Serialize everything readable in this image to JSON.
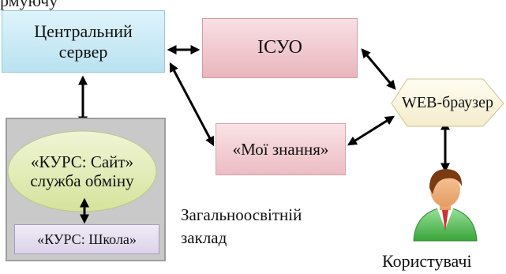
{
  "diagram": {
    "top_cropped_text": "рмуючу",
    "central_server": "Центральний\nсервер",
    "isuo": "ІСУО",
    "web_browser": "WEB-браузер",
    "moi_znannia": "«Мої знання»",
    "kurs_sait": "«КУРС: Сайт»\nслужба обміну",
    "kurs_shkola": "«КУРС: Школа»",
    "school_label": "Загальноосвітній\nзаклад",
    "users_label": "Користувачі"
  },
  "colors": {
    "server_fill": "#b9e2f1",
    "isuo_fill": "#e9b5bd",
    "ellipse_fill": "#e2ecb5",
    "hexagon_fill": "#fbf6de",
    "group_fill": "#c9c9c9",
    "arrow": "#000000"
  },
  "icons": {
    "user": "user-avatar-icon"
  }
}
